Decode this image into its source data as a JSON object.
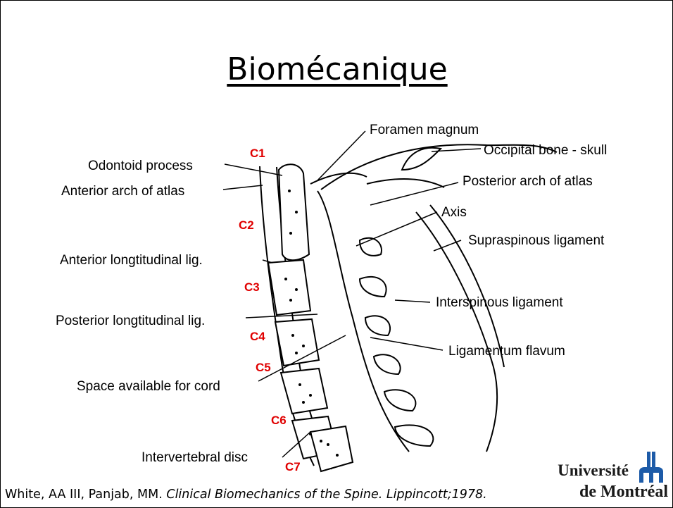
{
  "title": "Biomécanique",
  "labels": {
    "foramen_magnum": "Foramen magnum",
    "occipital_bone": "Occipital bone - skull",
    "odontoid_process": "Odontoid process",
    "anterior_arch_atlas": "Anterior arch of atlas",
    "posterior_arch_atlas": "Posterior arch of atlas",
    "axis": "Axis",
    "supraspinous": "Supraspinous ligament",
    "anterior_long_lig": "Anterior longtitudinal lig.",
    "interspinous": "Interspinous ligament",
    "posterior_long_lig": "Posterior longtitudinal lig.",
    "ligamentum_flavum": "Ligamentum flavum",
    "space_cord": "Space available for cord",
    "intervertebral_disc": "Intervertebral disc"
  },
  "vertebrae": [
    "C1",
    "C2",
    "C3",
    "C4",
    "C5",
    "C6",
    "C7"
  ],
  "vertebra_color": "#e00000",
  "citation": {
    "authors": "White, AA III, Panjab, MM. ",
    "work": "Clinical Biomechanics of the Spine. Lippincott;1978."
  },
  "logo": {
    "line1": "Université",
    "line2": "de Montréal",
    "icon": "udem-logo-icon",
    "color": "#1d5ba8"
  }
}
